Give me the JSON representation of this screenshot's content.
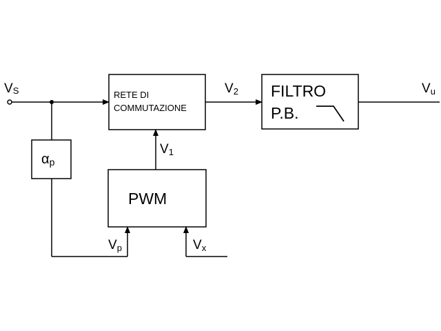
{
  "blocks": {
    "rete_line1": "RETE DI",
    "rete_line2": "COMMUTAZIONE",
    "filtro_line1": "FILTRO",
    "filtro_line2": "P.B.",
    "pwm": "PWM",
    "alpha_main": "α",
    "alpha_sub": "p"
  },
  "signals": {
    "vs_main": "V",
    "vs_sub": "S",
    "v2_main": "V",
    "v2_sub": "2",
    "vu_main": "V",
    "vu_sub": "u",
    "v1_main": "V",
    "v1_sub": "1",
    "vp_main": "V",
    "vp_sub": "p",
    "vx_main": "V",
    "vx_sub": "x"
  },
  "colors": {
    "line": "#000000",
    "background": "#ffffff"
  }
}
